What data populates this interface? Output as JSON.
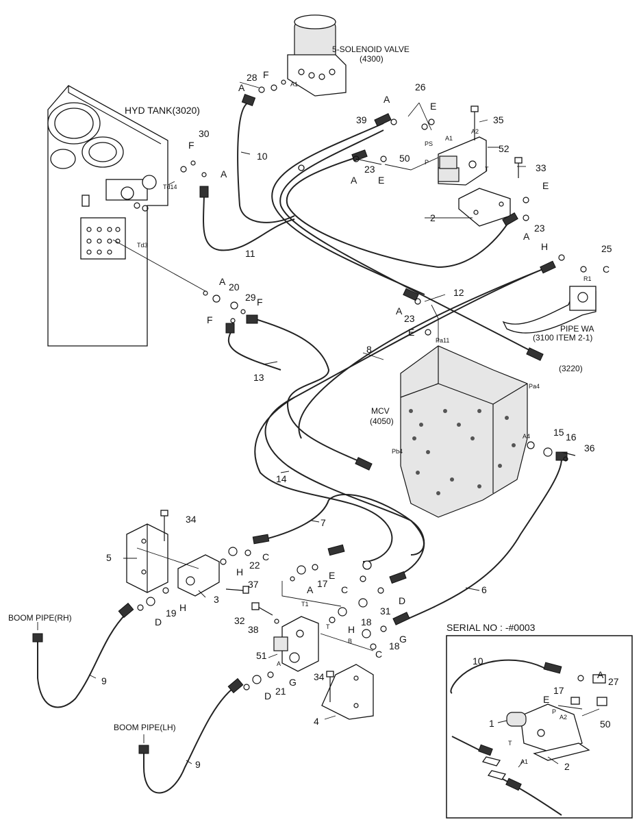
{
  "title": {
    "solenoid_valve": "5-SOLENOID VALVE",
    "solenoid_valve_code": "(4300)",
    "hyd_tank": "HYD TANK(3020)",
    "mcv": "MCV",
    "mcv_code": "(4050)",
    "pipe_wa": "PIPE WA",
    "pipe_wa_code": "(3100 ITEM 2-1)",
    "ref_3220": "(3220)",
    "boom_pipe_rh": "BOOM PIPE(RH)",
    "boom_pipe_lh": "BOOM PIPE(LH)",
    "serial_no": "SERIAL NO : -#0003"
  },
  "port_labels": {
    "td14": "Td14",
    "td3": "Td3",
    "a1": "A1",
    "a2": "A2",
    "ps": "PS",
    "p": "P",
    "t": "T",
    "r1": "R1",
    "pa11": "Pa11",
    "pa4": "Pa4",
    "a4": "A4",
    "pb4": "Pb4",
    "t1": "T1",
    "b": "B",
    "a": "A"
  },
  "callouts": {
    "n28": "28",
    "fA_top": "F",
    "aA_top": "A",
    "n26": "26",
    "aA_26": "A",
    "eE_26": "E",
    "n35": "35",
    "n52": "52",
    "n39": "39",
    "n10": "10",
    "n30": "30",
    "f30": "F",
    "a30": "A",
    "n23a": "23",
    "a23a": "A",
    "n50": "50",
    "e50": "E",
    "n33": "33",
    "e33": "E",
    "n2": "2",
    "n23b": "23",
    "a23b": "A",
    "n11": "11",
    "h25": "H",
    "n25": "25",
    "c25": "C",
    "a20": "A",
    "n20": "20",
    "n29": "29",
    "f29": "F",
    "f_left": "F",
    "n12": "12",
    "a23c": "A",
    "n23c": "23",
    "e23c": "E",
    "n8": "8",
    "n13": "13",
    "n15": "15",
    "n16": "16",
    "n36": "36",
    "n14": "14",
    "n34a": "34",
    "n7": "7",
    "n5": "5",
    "n22": "22",
    "c22": "C",
    "h_mid": "H",
    "n17": "17",
    "e17": "E",
    "a17": "A",
    "c_mid": "C",
    "n37": "37",
    "n3": "3",
    "n19": "19",
    "h19": "H",
    "d19": "D",
    "d_mid": "D",
    "n31": "31",
    "n6": "6",
    "n32": "32",
    "n38": "38",
    "n18a": "18",
    "h18": "H",
    "n18b": "18",
    "g18": "G",
    "c18": "C",
    "n51": "51",
    "n34b": "34",
    "g21": "G",
    "n21": "21",
    "d21": "D",
    "n4": "4",
    "n9a": "9",
    "n9b": "9",
    "inset_n10": "10",
    "inset_a": "A",
    "inset_n27": "27",
    "inset_n17": "17",
    "inset_e": "E",
    "inset_n1": "1",
    "inset_n50": "50",
    "inset_n2": "2",
    "inset_p": "P",
    "inset_a2": "A2",
    "inset_t": "T",
    "inset_a1": "A1"
  }
}
